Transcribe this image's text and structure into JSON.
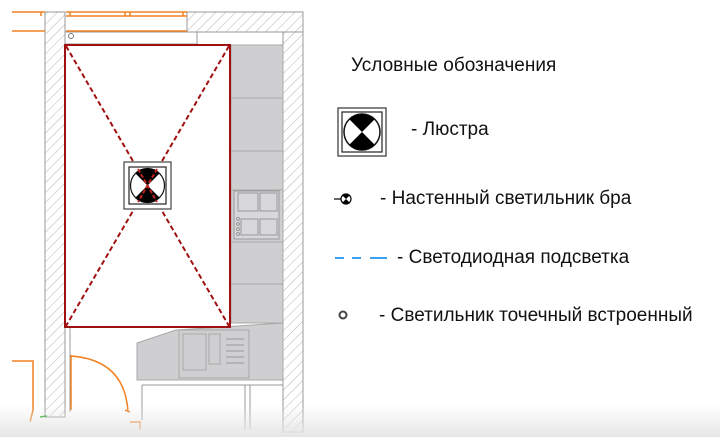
{
  "legend": {
    "title": "Условные обозначения",
    "items": [
      {
        "icon": "chandelier-icon",
        "label": "- Люстра"
      },
      {
        "icon": "wall-sconce-icon",
        "label": "-  Настенный светильник бра"
      },
      {
        "icon": "led-strip-icon",
        "label": "-  Светодиодная подсветка"
      },
      {
        "icon": "recessed-spotlight-icon",
        "label": "-  Светильник точечный встроенный"
      }
    ]
  },
  "colors": {
    "ceiling_outline": "#a01010",
    "doors": "#f08020",
    "led": "#3aa0f0",
    "walls": "#9a9a9a",
    "cabinets": "#cfcfd2"
  }
}
